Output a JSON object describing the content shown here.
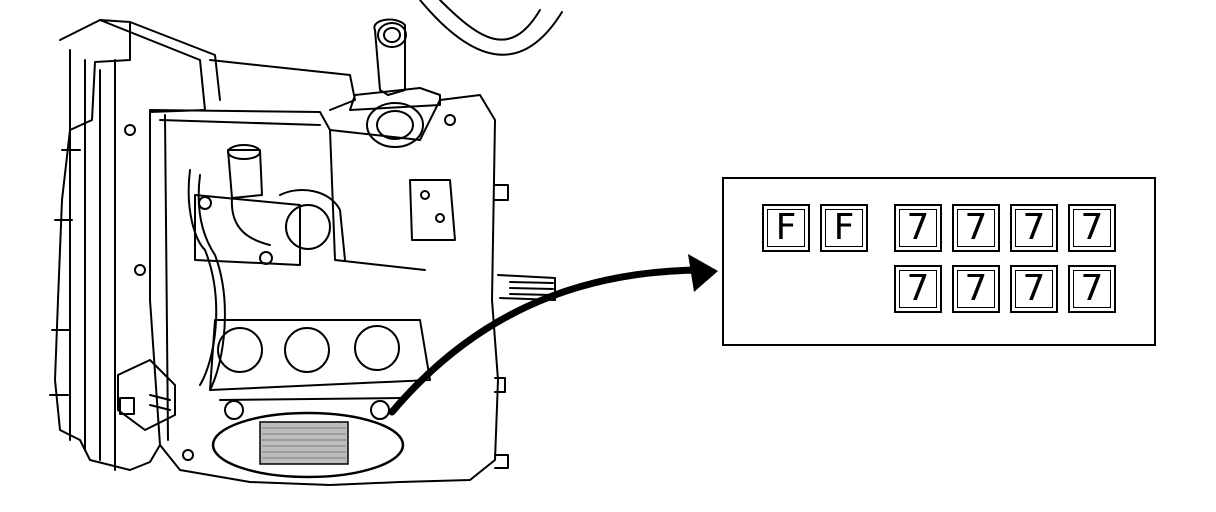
{
  "figure": {
    "description_role": "component-identification",
    "stamped_code": {
      "row1_prefix": [
        "F",
        "F"
      ],
      "row1_digits": [
        "7",
        "7",
        "7",
        "7"
      ],
      "row2_digits": [
        "7",
        "7",
        "7",
        "7"
      ]
    },
    "colors": {
      "line": "#000000",
      "background": "#ffffff",
      "fill_mark": "#bdbdbd"
    }
  }
}
